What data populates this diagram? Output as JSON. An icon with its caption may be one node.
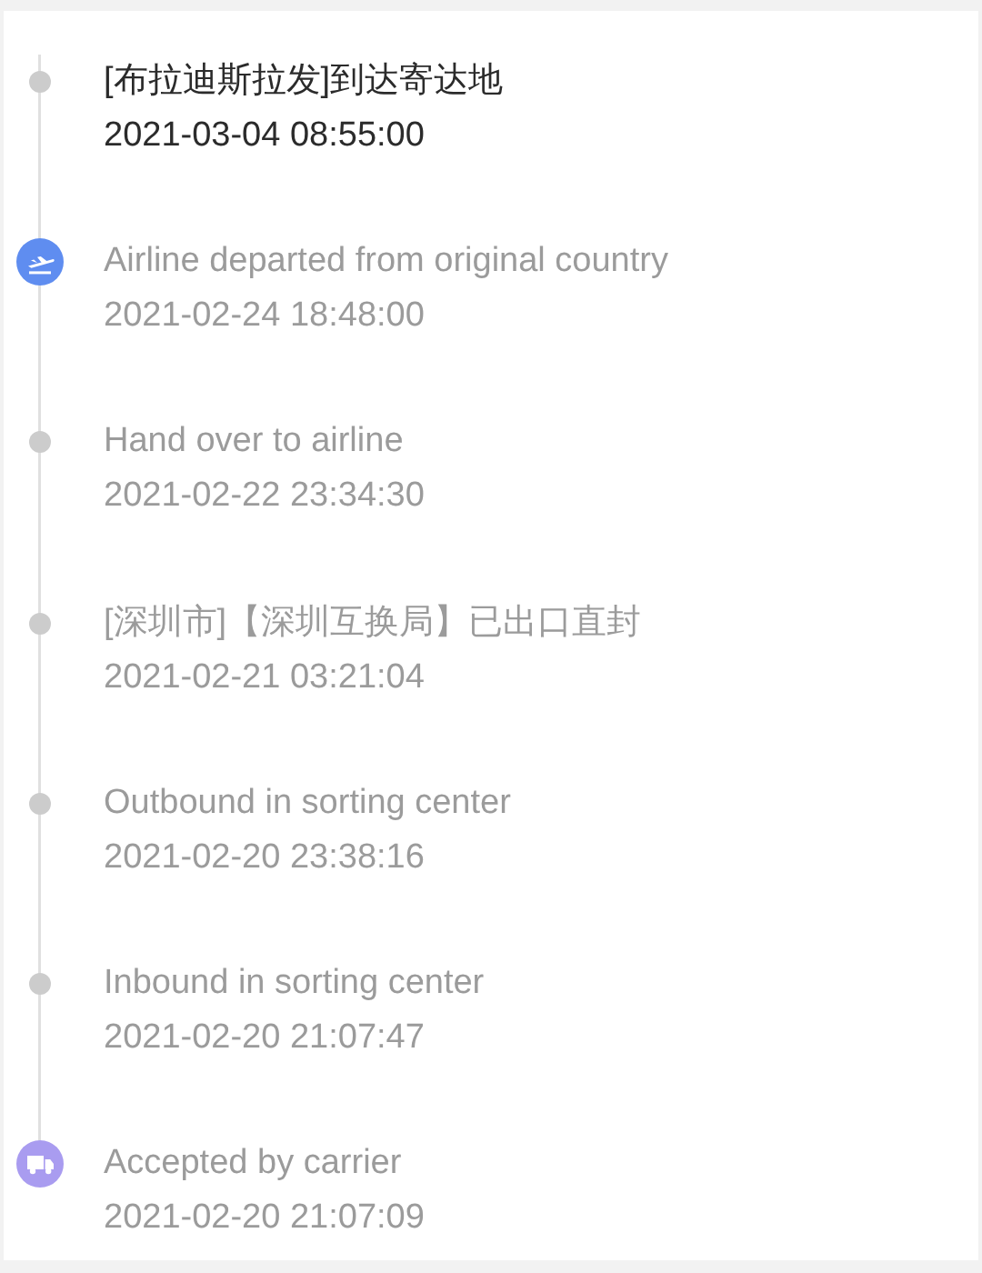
{
  "diagram": {
    "labels": [
      "[布拉迪斯拉发]到达寄达地",
      "2021-03-04 08:55:00",
      "Airline departed from original country",
      "2021-02-24 18:48:00",
      "Hand over to airline",
      "2021-02-22 23:34:30",
      "[深圳市]【深圳互换局】已出口直封",
      "2021-02-21 03:21:04",
      "Outbound in sorting center",
      "2021-02-20 23:38:16",
      "Inbound in sorting center",
      "2021-02-20 21:07:47",
      "Accepted by carrier",
      "2021-02-20 21:07:09"
    ]
  }
}
